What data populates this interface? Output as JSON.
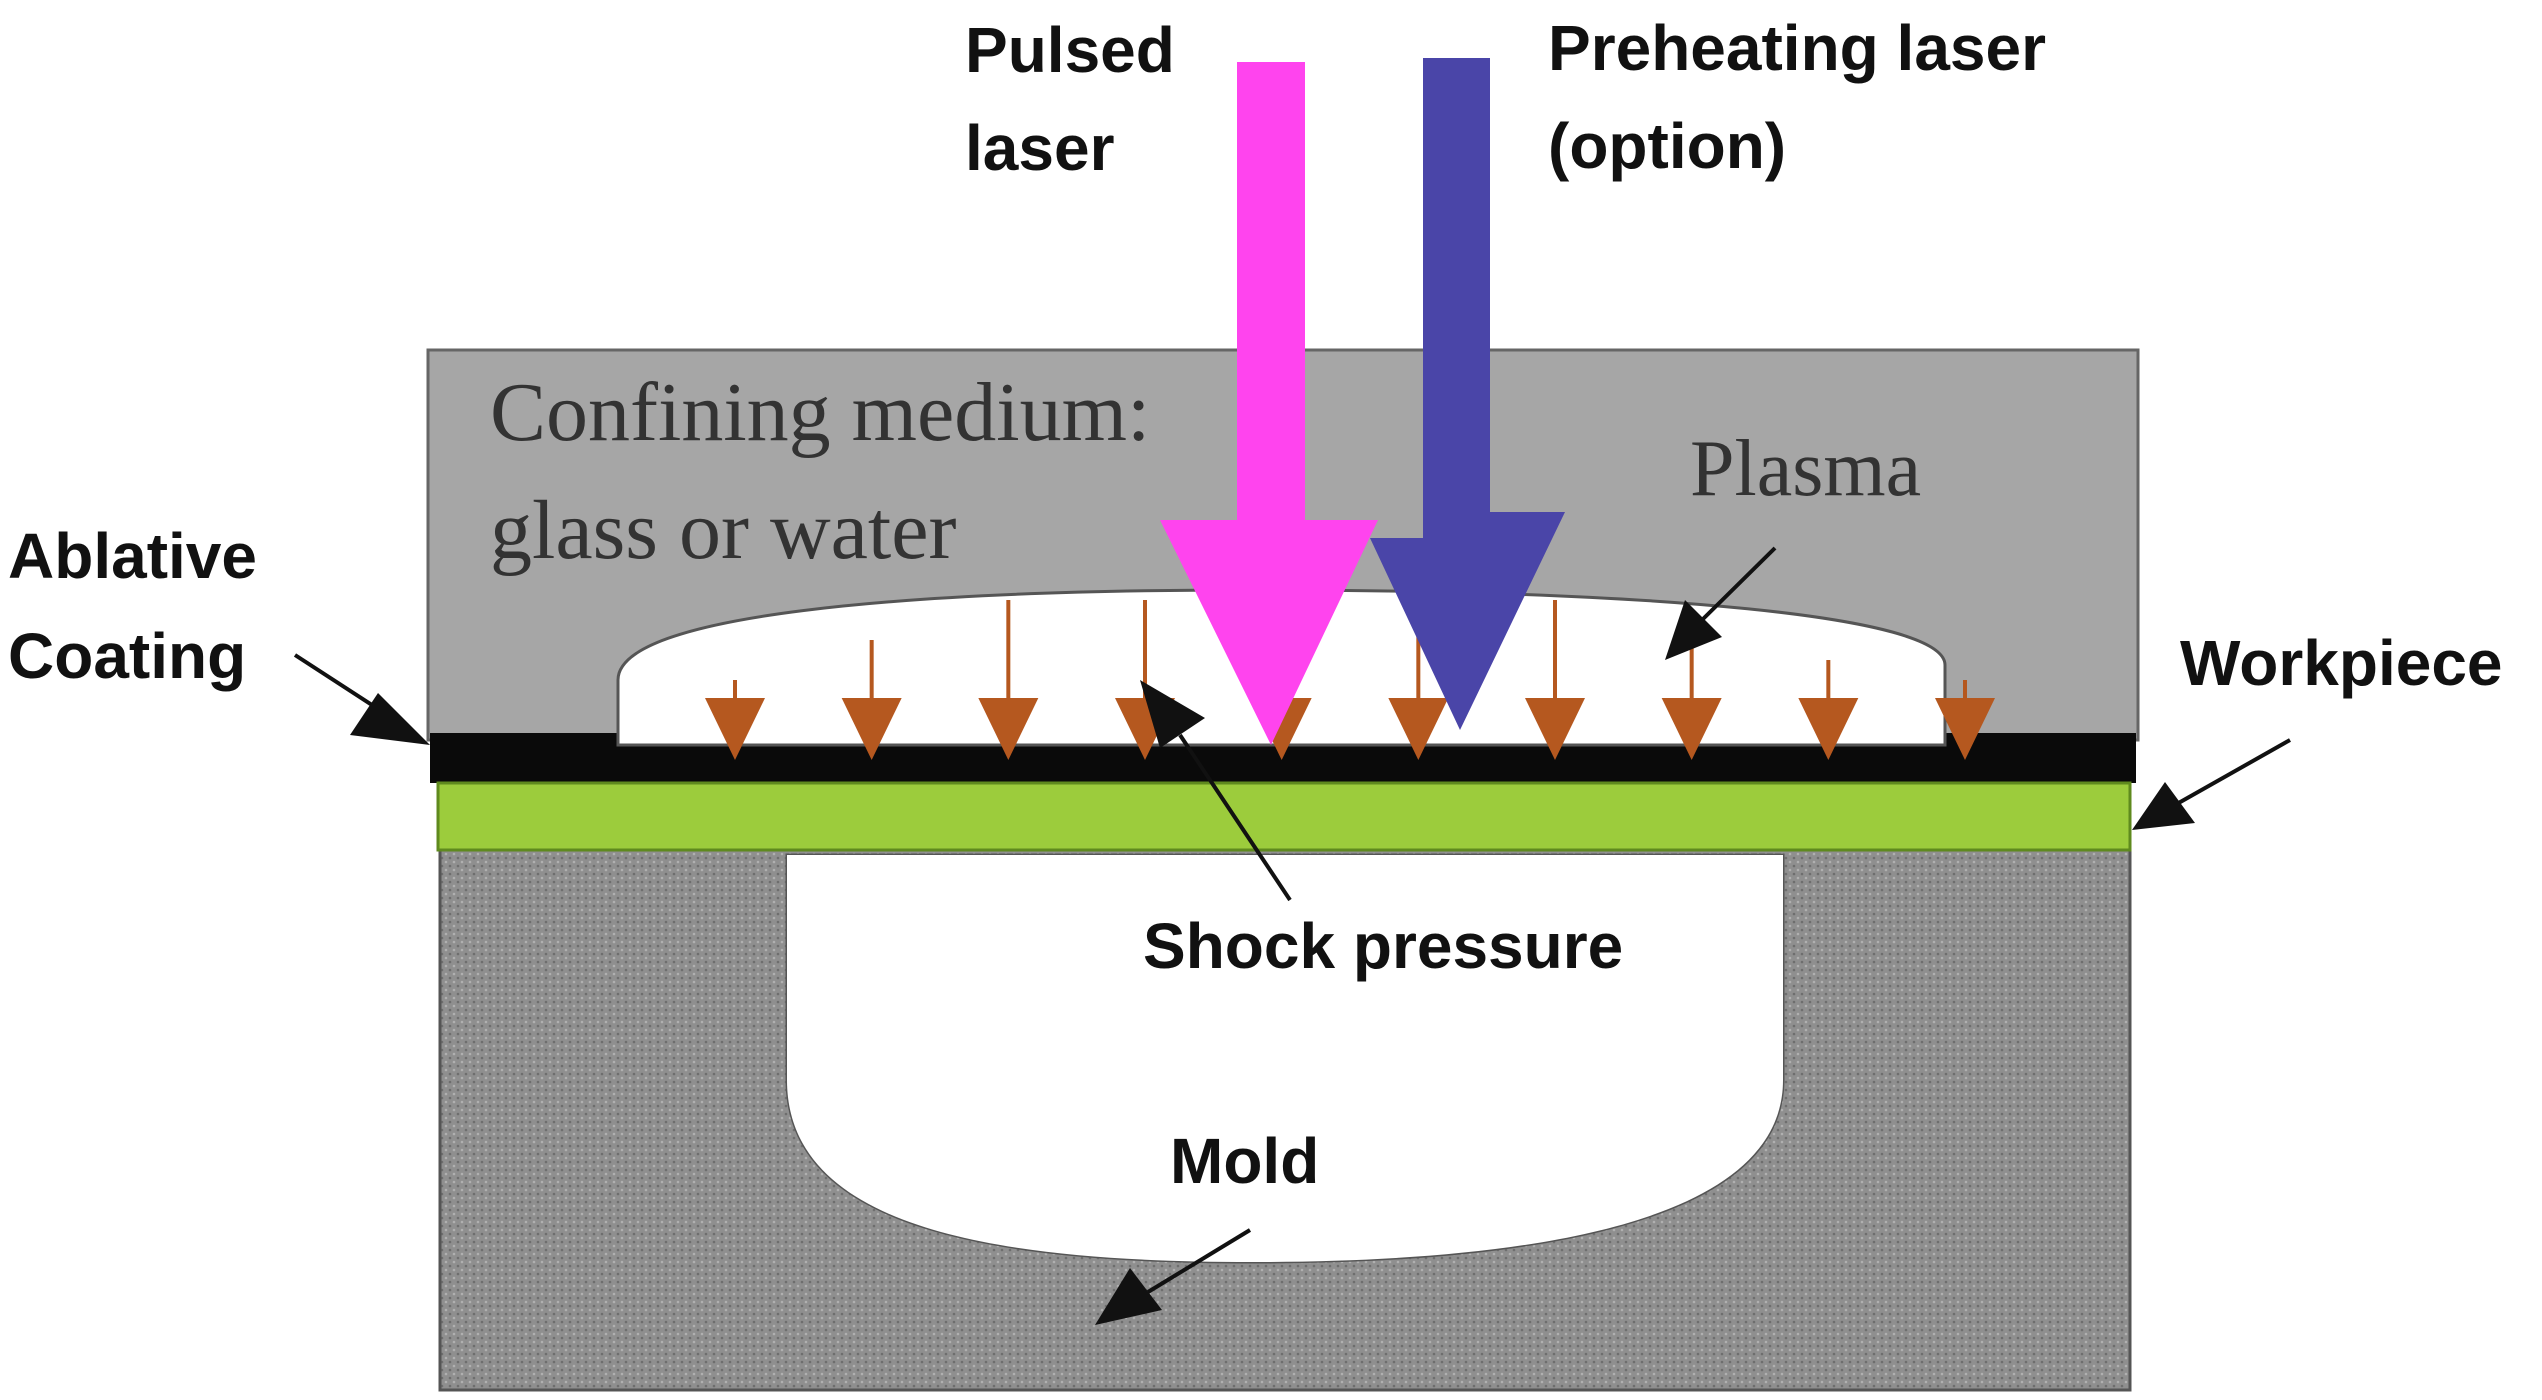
{
  "labels": {
    "pulsed_laser": [
      "Pulsed",
      "laser"
    ],
    "preheating_laser": [
      "Preheating laser",
      "(option)"
    ],
    "confining_medium": [
      "Confining medium:",
      "glass or water"
    ],
    "plasma": "Plasma",
    "ablative_coating": [
      "Ablative",
      "Coating"
    ],
    "workpiece": "Workpiece",
    "shock_pressure": "Shock pressure",
    "mold": "Mold"
  },
  "colors": {
    "confining_medium": "#a6a6a6",
    "ablative_coating": "#0a0a0a",
    "workpiece": "#9ccc3c",
    "mold": "#8f8f8f",
    "pulsed_laser": "#ff44ee",
    "preheating_laser": "#4a45a8",
    "shock_arrows": "#b5581f",
    "plasma": "#ffffff",
    "pointer_arrows": "#111111"
  },
  "shock_arrow_count": 10
}
